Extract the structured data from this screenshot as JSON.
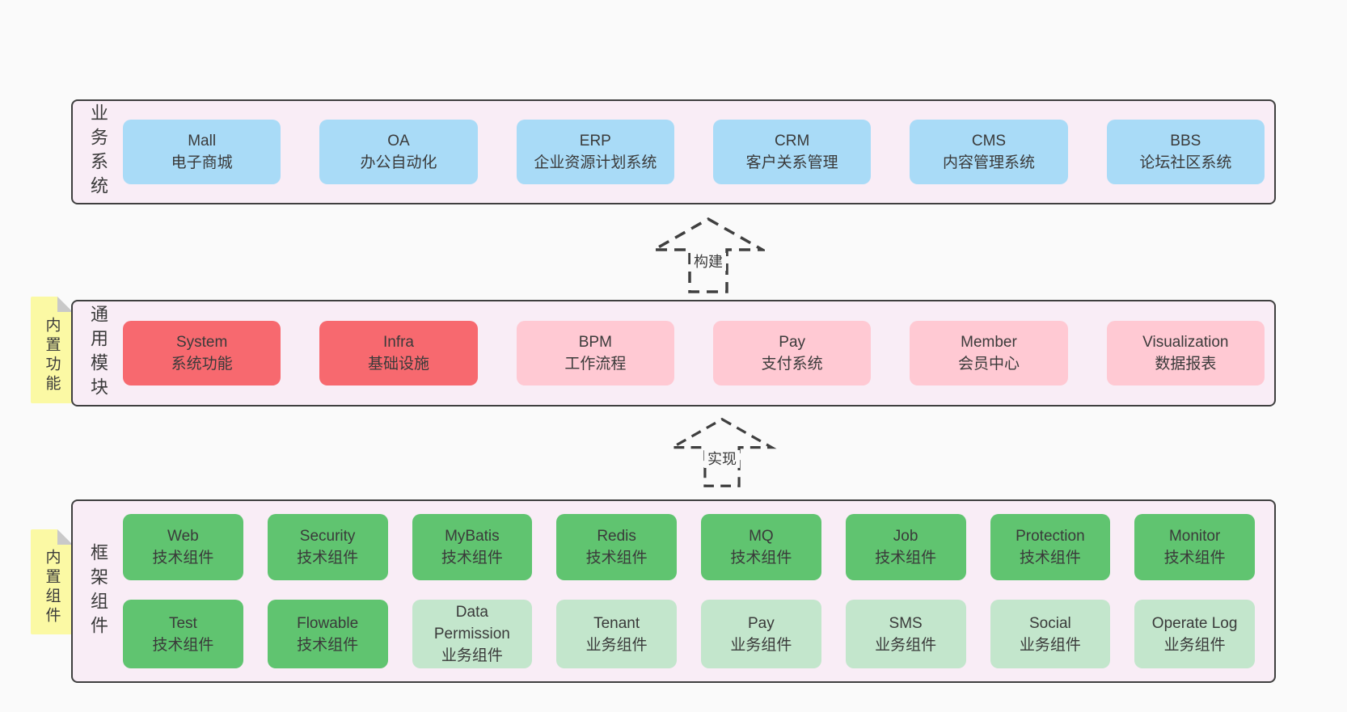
{
  "colors": {
    "page_bg": "#fafafa",
    "band_bg": "#f9edf6",
    "band_border": "#3f3f3f",
    "text": "#3a3a3a",
    "blue": "#a9dbf7",
    "red": "#f7696f",
    "pink": "#ffc9d3",
    "green": "#60c470",
    "green_light": "#c3e6cc",
    "note_yellow": "#fbf9a4",
    "note_fold": "#c9c9c9"
  },
  "arrows": [
    {
      "label": "构建"
    },
    {
      "label": "实现"
    }
  ],
  "bands": [
    {
      "label": "业务系统",
      "note": null,
      "boxes": [
        {
          "title": "Mall",
          "subtitle": "电子商城",
          "color": "blue"
        },
        {
          "title": "OA",
          "subtitle": "办公自动化",
          "color": "blue"
        },
        {
          "title": "ERP",
          "subtitle": "企业资源计划系统",
          "color": "blue"
        },
        {
          "title": "CRM",
          "subtitle": "客户关系管理",
          "color": "blue"
        },
        {
          "title": "CMS",
          "subtitle": "内容管理系统",
          "color": "blue"
        },
        {
          "title": "BBS",
          "subtitle": "论坛社区系统",
          "color": "blue"
        }
      ]
    },
    {
      "label": "通用模块",
      "note": "内置功能",
      "boxes": [
        {
          "title": "System",
          "subtitle": "系统功能",
          "color": "red"
        },
        {
          "title": "Infra",
          "subtitle": "基础设施",
          "color": "red"
        },
        {
          "title": "BPM",
          "subtitle": "工作流程",
          "color": "pink"
        },
        {
          "title": "Pay",
          "subtitle": "支付系统",
          "color": "pink"
        },
        {
          "title": "Member",
          "subtitle": "会员中心",
          "color": "pink"
        },
        {
          "title": "Visualization",
          "subtitle": "数据报表",
          "color": "pink"
        }
      ]
    },
    {
      "label": "框架组件",
      "note": "内置组件",
      "boxes": [
        {
          "title": "Web",
          "subtitle": "技术组件",
          "color": "green"
        },
        {
          "title": "Security",
          "subtitle": "技术组件",
          "color": "green"
        },
        {
          "title": "MyBatis",
          "subtitle": "技术组件",
          "color": "green"
        },
        {
          "title": "Redis",
          "subtitle": "技术组件",
          "color": "green"
        },
        {
          "title": "MQ",
          "subtitle": "技术组件",
          "color": "green"
        },
        {
          "title": "Job",
          "subtitle": "技术组件",
          "color": "green"
        },
        {
          "title": "Protection",
          "subtitle": "技术组件",
          "color": "green"
        },
        {
          "title": "Monitor",
          "subtitle": "技术组件",
          "color": "green"
        },
        {
          "title": "Test",
          "subtitle": "技术组件",
          "color": "green"
        },
        {
          "title": "Flowable",
          "subtitle": "技术组件",
          "color": "green"
        },
        {
          "title": "Data Permission",
          "subtitle": "业务组件",
          "color": "green-light"
        },
        {
          "title": "Tenant",
          "subtitle": "业务组件",
          "color": "green-light"
        },
        {
          "title": "Pay",
          "subtitle": "业务组件",
          "color": "green-light"
        },
        {
          "title": "SMS",
          "subtitle": "业务组件",
          "color": "green-light"
        },
        {
          "title": "Social",
          "subtitle": "业务组件",
          "color": "green-light"
        },
        {
          "title": "Operate Log",
          "subtitle": "业务组件",
          "color": "green-light"
        }
      ]
    }
  ]
}
